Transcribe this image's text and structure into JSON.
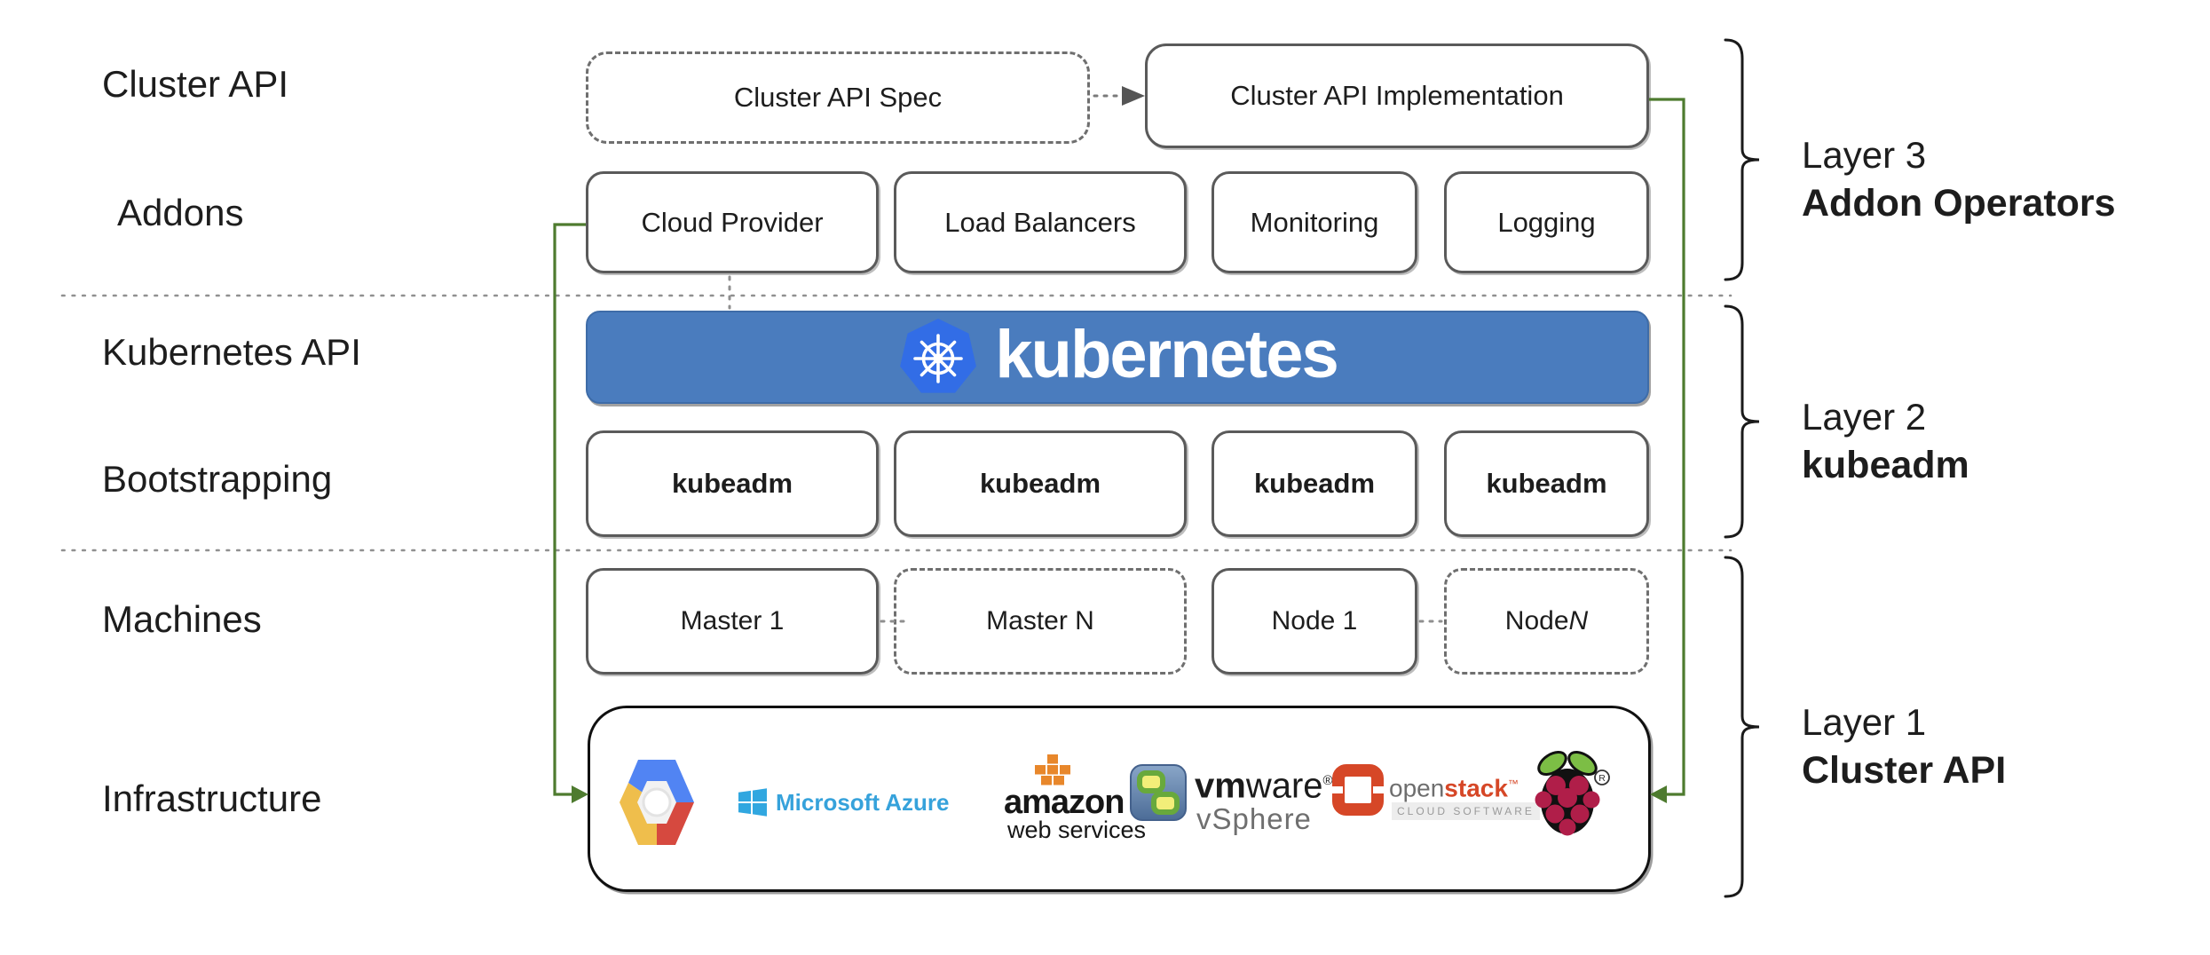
{
  "row_labels": {
    "cluster_api": "Cluster API",
    "addons": "Addons",
    "kubernetes_api": "Kubernetes API",
    "bootstrapping": "Bootstrapping",
    "machines": "Machines",
    "infrastructure": "Infrastructure"
  },
  "cluster_api_row": {
    "spec": "Cluster API Spec",
    "implementation": "Cluster API Implementation"
  },
  "addons_row": [
    "Cloud Provider",
    "Load Balancers",
    "Monitoring",
    "Logging"
  ],
  "kubernetes_banner": {
    "wordmark": "kubernetes"
  },
  "bootstrapping_row": [
    "kubeadm",
    "kubeadm",
    "kubeadm",
    "kubeadm"
  ],
  "machines_row": [
    {
      "label": "Master 1"
    },
    {
      "label": "Master N"
    },
    {
      "label": "Node 1"
    },
    {
      "label": "Node ",
      "suffix_italic": "N"
    }
  ],
  "infrastructure_row": {
    "azure_text": "Microsoft Azure",
    "amazon_text": "amazon",
    "amazon_subtext": "web services",
    "vmware_bold": "vm",
    "vmware_rest": "ware",
    "vmware_reg": "®",
    "vmware_subtext": "vSphere",
    "openstack_gray": "open",
    "openstack_red": "stack",
    "openstack_tm": "™",
    "openstack_subtext": "CLOUD SOFTWARE",
    "raspberry_reg": "®",
    "providers": [
      "google-cloud-platform",
      "microsoft-azure",
      "amazon-web-services",
      "vmware-vsphere",
      "openstack",
      "raspberry-pi"
    ]
  },
  "layer_annotations": [
    {
      "line1": "Layer 3",
      "line2": "Addon Operators"
    },
    {
      "line1": "Layer 2",
      "line2": "kubeadm"
    },
    {
      "line1": "Layer 1",
      "line2": "Cluster API"
    }
  ],
  "colors": {
    "banner_blue": "#4A7CBE",
    "k8s_logo_blue": "#326DE6",
    "connector_green": "#4E7B2F",
    "box_border_gray": "#5A5A5A",
    "azure_blue": "#36A2DB",
    "aws_orange": "#E8872B",
    "vmware_green": "#68A93C",
    "openstack_red": "#D64727",
    "raspberry_magenta": "#B01E49",
    "leaf_green": "#7CBE45",
    "gcp_blue": "#5184F3",
    "gcp_red": "#D6493F",
    "gcp_yellow": "#EFBE4C"
  }
}
